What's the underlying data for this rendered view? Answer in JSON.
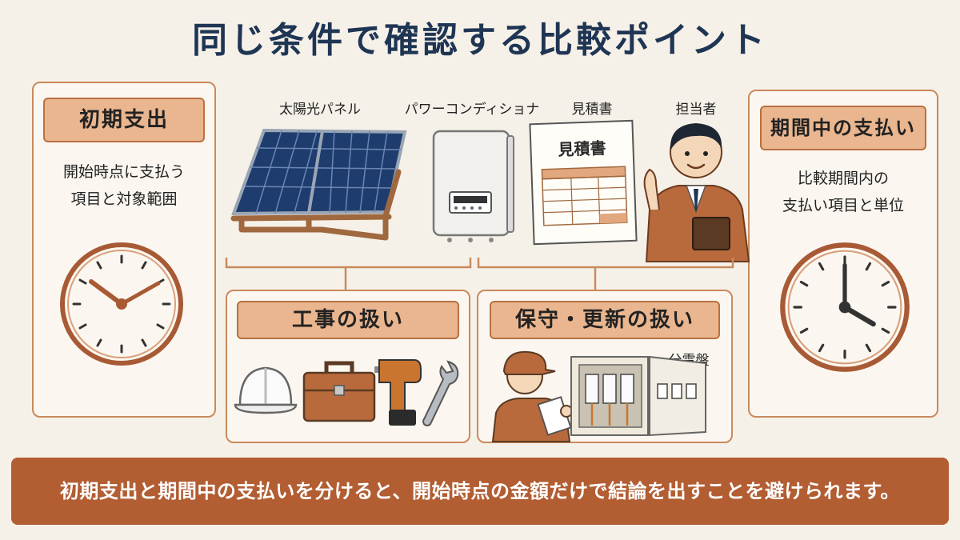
{
  "title": "同じ条件で確認する比較ポイント",
  "left_panel": {
    "tag": "初期支出",
    "desc": [
      "開始時点に支払う",
      "項目と対象範囲"
    ]
  },
  "right_panel": {
    "tag": "期間中の支払い",
    "desc": [
      "比較期間内の",
      "支払い項目と単位"
    ]
  },
  "items": {
    "solar": "太陽光パネル",
    "power_conditioner": "パワーコンディショナ",
    "estimate": "見積書",
    "estimate_doc_title": "見積書",
    "staff": "担当者"
  },
  "construction": {
    "tag": "工事の扱い"
  },
  "maintenance": {
    "tag": "保守・更新の扱い",
    "board_label": "分電盤"
  },
  "banner": "初期支出と期間中の支払いを分けると、開始時点の金額だけで結論を出すことを避けられます。"
}
